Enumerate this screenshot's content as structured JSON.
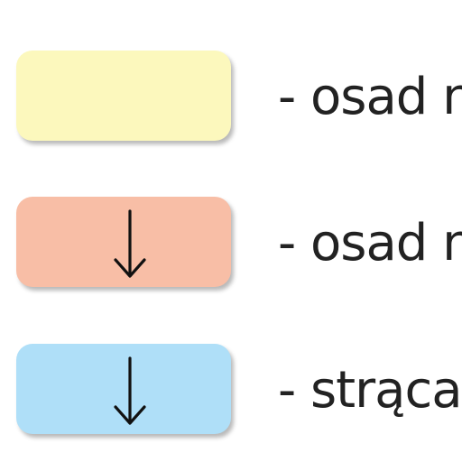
{
  "legend": {
    "items": [
      {
        "label": "- osad n",
        "color": "#fcf8bd",
        "icon": "none"
      },
      {
        "label": "- osad n",
        "color": "#f8bea6",
        "icon": "arrow-down-icon"
      },
      {
        "label": "- strąca",
        "color": "#afdff8",
        "icon": "arrow-down-icon"
      }
    ]
  }
}
